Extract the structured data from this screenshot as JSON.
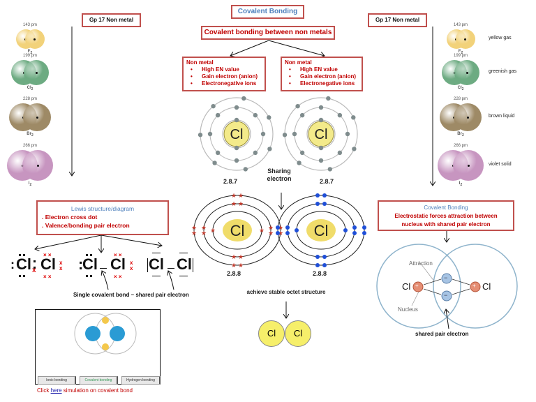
{
  "header": {
    "title": "Covalent Bonding",
    "subtitle": "Covalent bonding between non metals"
  },
  "group_labels": {
    "left": "Gp 17 Non metal",
    "right": "Gp 17 Non metal"
  },
  "halogens": [
    {
      "formula": "F",
      "sub": "2",
      "bond_length": "143 pm",
      "state": "yellow gas",
      "color": "#f2d27a"
    },
    {
      "formula": "Cl",
      "sub": "2",
      "bond_length": "199 pm",
      "state": "greenish gas",
      "color": "#6dab82"
    },
    {
      "formula": "Br",
      "sub": "2",
      "bond_length": "228 pm",
      "state": "brown liquid",
      "color": "#9e8a66"
    },
    {
      "formula": "I",
      "sub": "2",
      "bond_length": "266 pm",
      "state": "violet solid",
      "color": "#c795c0"
    }
  ],
  "nonmetal_boxes": [
    {
      "heading": "Non metal",
      "items": [
        "High EN value",
        "Gain electron (anion)",
        "Electronegative ions"
      ]
    },
    {
      "heading": "Non metal",
      "items": [
        "High EN value",
        "Gain electron (anion)",
        "Electronegative ions"
      ]
    }
  ],
  "atoms_before": {
    "symbol": "Cl",
    "left_config": "2.8.7",
    "right_config": "2.8.7",
    "sharing_label": "Sharing electron"
  },
  "atoms_after": {
    "symbol": "Cl",
    "left_config": "2.8.8",
    "right_config": "2.8.8",
    "octet_label": "achieve stable octet structure",
    "molecule": [
      "Cl",
      "Cl"
    ]
  },
  "lewis": {
    "title": "Lewis structure/diagram",
    "items": [
      ". Electron cross dot",
      ".  Valence/bonding pair electron"
    ],
    "symbol": "Cl",
    "bond_caption": "Single covalent bond – shared pair electron"
  },
  "simulation": {
    "buttons": [
      "Ionic bonding",
      "Covalent bonding",
      "Hydrogen bonding"
    ],
    "active_index": 1,
    "caption_prefix": "Click ",
    "caption_link": "here",
    "caption_suffix": " simulation  on covalent bond"
  },
  "electrostatic": {
    "title": "Covalent Bonding",
    "line1": "Electrostatic forces attraction between",
    "line2": "nucleus with shared pair electron",
    "attraction_label": "Attraction",
    "nucleus_label": "Nucleus",
    "symbol_left": "Cl",
    "symbol_right": "Cl",
    "plus": "+",
    "minus": "−",
    "shared_label": "shared pair electron"
  },
  "colors": {
    "box_border": "#c0504d",
    "red_text": "#c00000",
    "blue_text": "#4f81bd",
    "nucleus_yellow": "#f3ea8a",
    "electron_grey": "#7f8c8d",
    "electron_red": "#c0392b",
    "electron_blue": "#1f4fd8"
  }
}
